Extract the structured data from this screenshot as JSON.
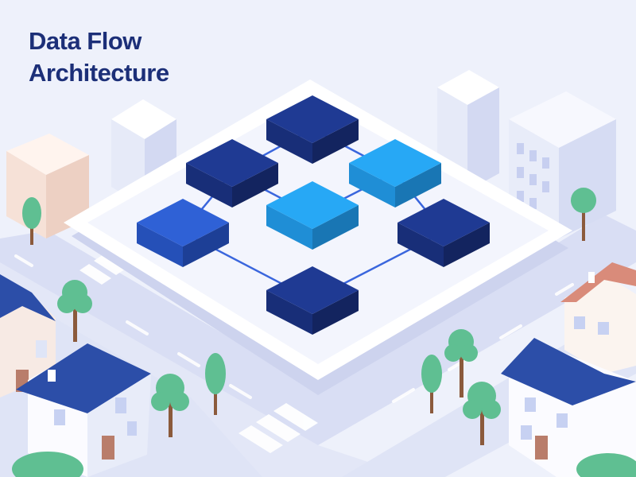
{
  "title": {
    "line1": "Data Flow",
    "line2": "Architecture"
  },
  "colors": {
    "background": "#eef1fb",
    "title": "#1c2f78",
    "node_dark": "#1f3a93",
    "node_mid": "#2f61d6",
    "node_light": "#27a8f5",
    "connector": "#3a66dd",
    "platform": "#f7f8fe",
    "road": "#d9def4",
    "tree": "#5fbf92",
    "roof_blue": "#2c4ea8",
    "roof_red": "#d98b7a"
  },
  "diagram": {
    "nodes": [
      {
        "id": "node-top",
        "tone": "dark"
      },
      {
        "id": "node-upper-left",
        "tone": "dark"
      },
      {
        "id": "node-upper-right",
        "tone": "light"
      },
      {
        "id": "node-center",
        "tone": "light"
      },
      {
        "id": "node-left",
        "tone": "mid"
      },
      {
        "id": "node-right",
        "tone": "dark"
      },
      {
        "id": "node-bottom",
        "tone": "dark"
      }
    ],
    "connections": [
      [
        "node-top",
        "node-upper-left"
      ],
      [
        "node-top",
        "node-upper-right"
      ],
      [
        "node-upper-left",
        "node-center"
      ],
      [
        "node-upper-right",
        "node-center"
      ],
      [
        "node-upper-left",
        "node-left"
      ],
      [
        "node-upper-right",
        "node-right"
      ],
      [
        "node-left",
        "node-bottom"
      ],
      [
        "node-right",
        "node-bottom"
      ]
    ]
  },
  "icons": {
    "tree": "tree-icon",
    "house": "house-icon",
    "building": "building-icon"
  }
}
